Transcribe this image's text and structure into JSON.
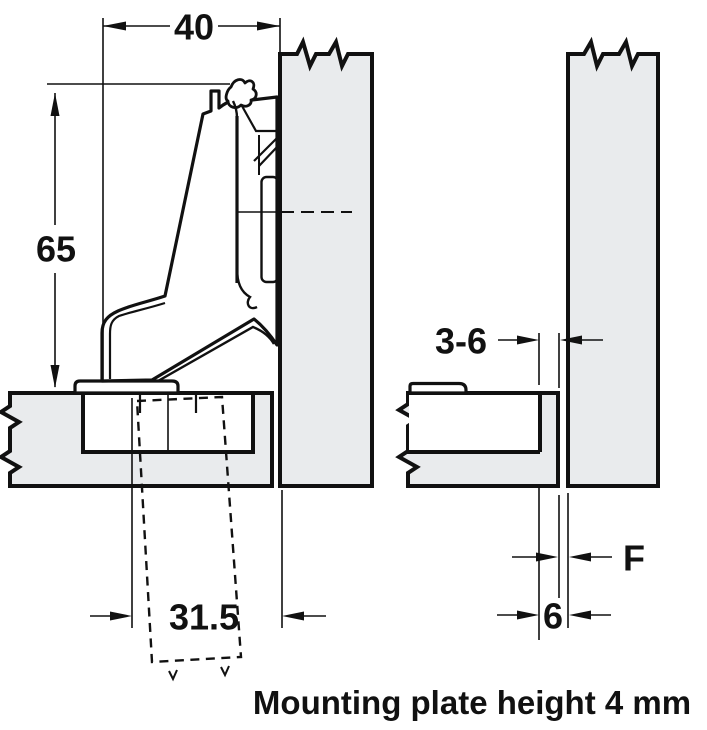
{
  "figure": {
    "type": "technical-drawing",
    "subject": "concealed-cabinet-hinge-mounting",
    "caption": "Mounting plate height 4 mm",
    "left_view": {
      "dim_overlay_width": "40",
      "dim_arm_height": "65",
      "dim_drilling_distance": "31.5"
    },
    "right_view": {
      "dim_hole_to_edge_range": "3-6",
      "dim_gap_label": "F",
      "dim_edge_distance": "6"
    },
    "colors": {
      "line": "#111111",
      "panel_fill": "#e9ebed",
      "background": "#ffffff"
    }
  }
}
